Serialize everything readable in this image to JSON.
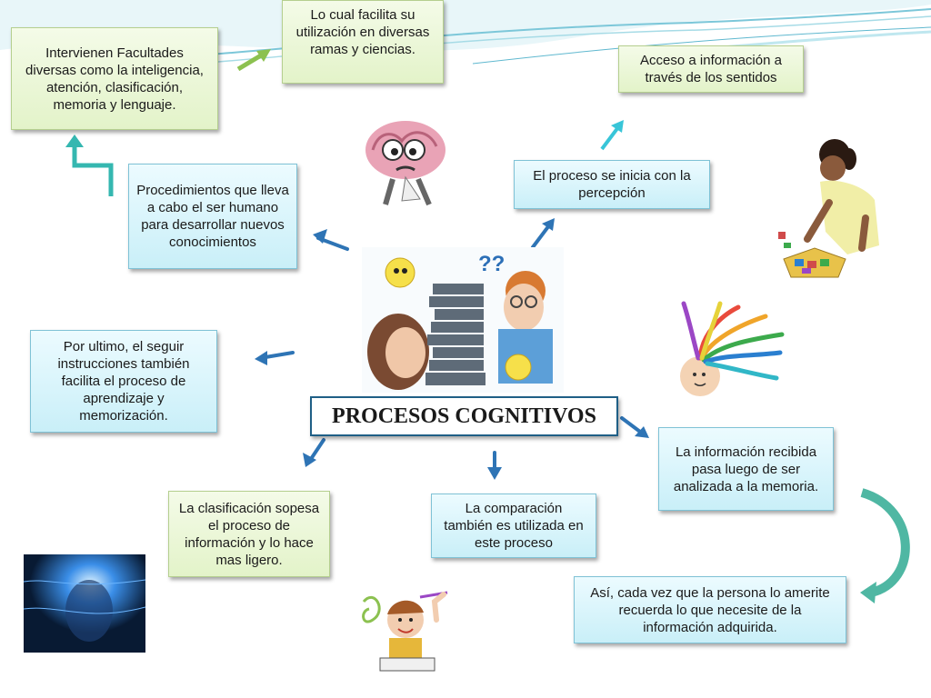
{
  "title": "PROCESOS COGNITIVOS",
  "boxes": {
    "facultades": "Intervienen Facultades diversas como la inteligencia, atención, clasificación,  memoria y lenguaje.",
    "facilita": "Lo cual facilita su utilización en diversas ramas y ciencias.",
    "acceso": "Acceso a información a través de los sentidos",
    "procedimientos": "Procedimientos que lleva a cabo el ser humano para desarrollar nuevos conocimientos",
    "percepcion": "El proceso se inicia con la percepción",
    "por_ultimo": "Por ultimo, el seguir instrucciones también facilita el proceso de aprendizaje y memorización.",
    "informacion": "La información recibida pasa luego de ser analizada a la memoria.",
    "clasificacion": "La clasificación sopesa el proceso de información y lo hace mas ligero.",
    "comparacion": "La comparación también es utilizada en este proceso",
    "asi": "Así, cada vez que la persona lo amerite recuerda lo que necesite de la información adquirida."
  },
  "colors": {
    "arrow_blue": "#2e74b5",
    "arrow_green": "#7fb24a",
    "arrow_teal": "#35b7b0",
    "title_border": "#1f5f86"
  },
  "icons": [
    "brain-character-icon",
    "girl-puzzle-icon",
    "children-books-icon",
    "colorful-head-icon",
    "glowing-head-icon",
    "boy-drawing-icon"
  ]
}
